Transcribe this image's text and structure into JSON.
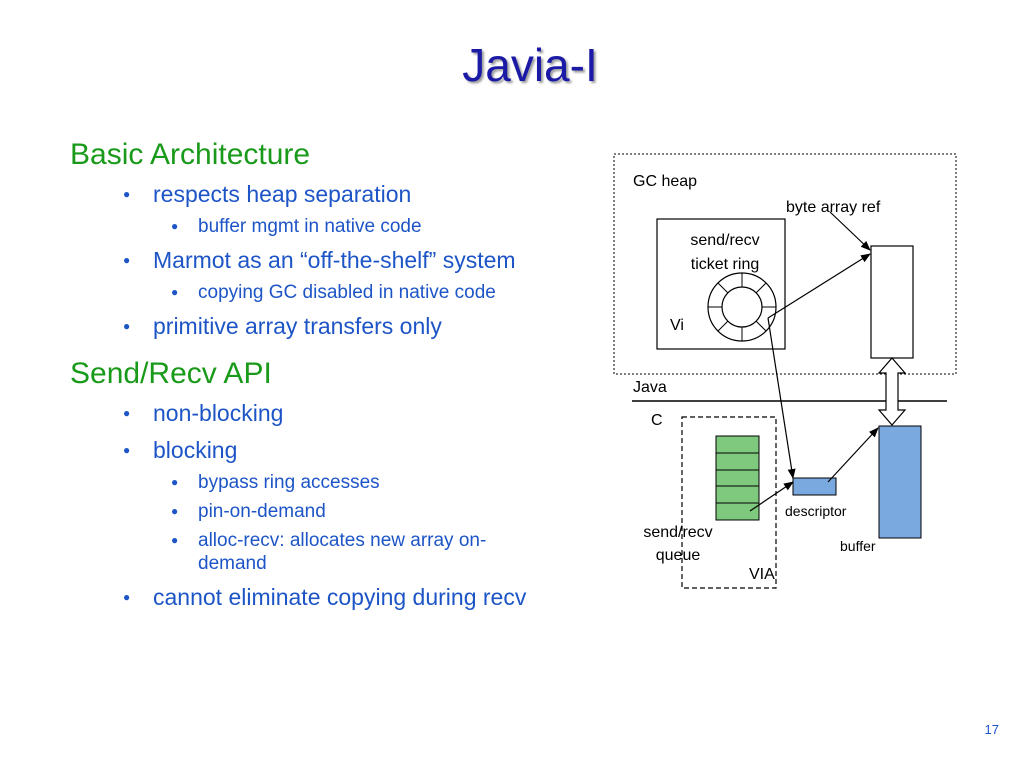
{
  "title": "Javia-I",
  "outline": {
    "section1": {
      "heading": "Basic Architecture",
      "items": [
        {
          "text": "respects heap separation",
          "sub": [
            "buffer mgmt in native code"
          ]
        },
        {
          "text": "Marmot as an “off-the-shelf” system",
          "sub": [
            "copying GC disabled in native code"
          ]
        },
        {
          "text": "primitive array transfers only",
          "sub": []
        }
      ]
    },
    "section2": {
      "heading": "Send/Recv API",
      "items": [
        {
          "text": "non-blocking",
          "sub": []
        },
        {
          "text": "blocking",
          "sub": [
            "bypass ring accesses",
            "pin-on-demand",
            "alloc-recv: allocates new array on-demand"
          ]
        },
        {
          "text": "cannot eliminate copying during recv",
          "sub": []
        }
      ]
    }
  },
  "diagram": {
    "gc_heap_label": "GC heap",
    "byte_array_ref_label": "byte array ref",
    "ticket_ring_label_line1": "send/recv",
    "ticket_ring_label_line2": "ticket ring",
    "vi_label": "Vi",
    "java_label": "Java",
    "c_label": "C",
    "queue_label_line1": "send/recv",
    "queue_label_line2": "queue",
    "via_label": "VIA",
    "descriptor_label": "descriptor",
    "buffer_label": "buffer"
  },
  "colors": {
    "title": "#1a1aa6",
    "heading": "#1a9a1a",
    "body_text": "#1d55c7",
    "queue_fill": "#7ec97e",
    "buffer_fill": "#7aa9e0"
  },
  "page_number": "17"
}
